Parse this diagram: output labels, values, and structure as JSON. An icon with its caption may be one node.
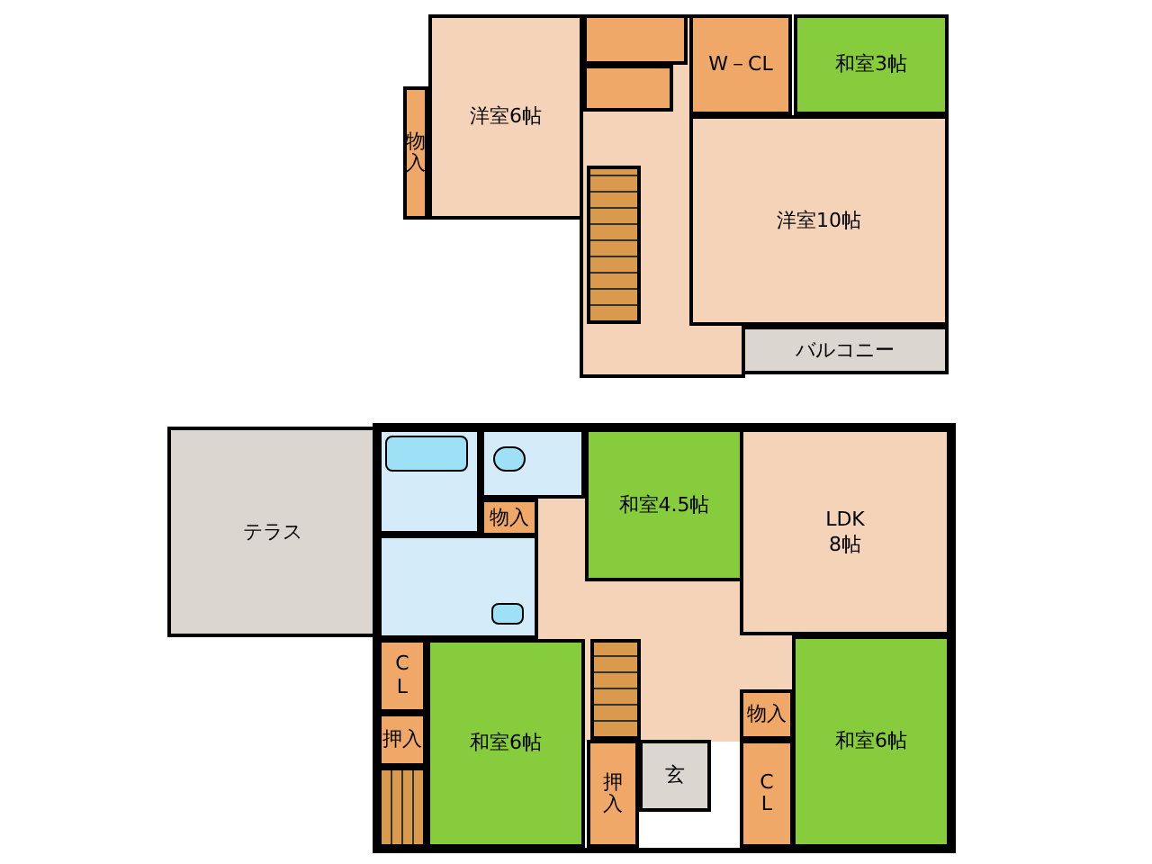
{
  "diagram": {
    "nodes": [
      {
        "text": [
          "洋室6帖"
        ]
      },
      {
        "text": [
          "物入"
        ]
      },
      {
        "text": [
          "W－CL"
        ]
      },
      {
        "text": [
          "和室3帖"
        ]
      },
      {
        "text": [
          "洋室10帖"
        ]
      },
      {
        "text": [
          "バルコニー"
        ]
      },
      {
        "text": [
          "テラス"
        ]
      },
      {
        "text": [
          "物入"
        ]
      },
      {
        "text": [
          "和室4.5帖"
        ]
      },
      {
        "text": [
          "LDK 8帖"
        ]
      },
      {
        "text": [
          "CL"
        ]
      },
      {
        "text": [
          "押入"
        ]
      },
      {
        "text": [
          "和室6帖"
        ]
      },
      {
        "text": [
          "押入"
        ]
      },
      {
        "text": [
          "玄"
        ]
      },
      {
        "text": [
          "物入"
        ]
      },
      {
        "text": [
          "CL"
        ]
      },
      {
        "text": [
          "和室6帖"
        ]
      }
    ]
  }
}
